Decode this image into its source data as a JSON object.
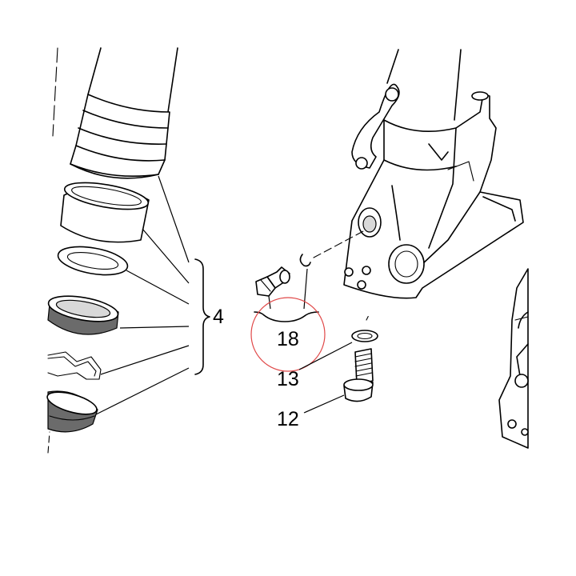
{
  "callouts": {
    "fork_seal_kit": "4",
    "bleed_screw_kit": "18",
    "sealing_washer": "13",
    "hollow_bolt": "12"
  },
  "colors": {
    "line": "#000000",
    "highlight_circle": "#e04848",
    "background": "#ffffff"
  }
}
